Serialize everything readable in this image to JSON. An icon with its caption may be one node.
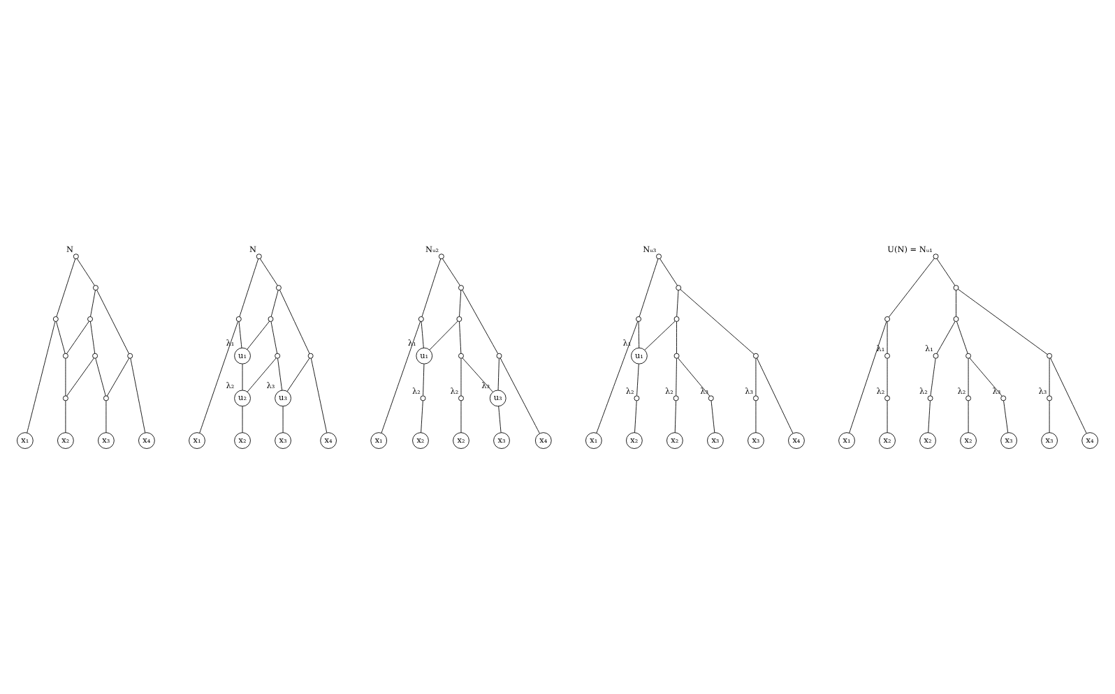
{
  "diagram": {
    "nodes": [
      {
        "text": [],
        "shape": "circle",
        "beside": [
          "N"
        ]
      },
      {
        "text": [],
        "shape": "circle"
      },
      {
        "text": [],
        "shape": "circle"
      },
      {
        "text": [],
        "shape": "circle"
      },
      {
        "text": [],
        "shape": "circle"
      },
      {
        "text": [],
        "shape": "circle"
      },
      {
        "text": [],
        "shape": "circle"
      },
      {
        "text": [],
        "shape": "circle"
      },
      {
        "text": [],
        "shape": "circle"
      },
      {
        "text": [
          "x₁"
        ]
      },
      {
        "text": [
          "x₂"
        ]
      },
      {
        "text": [
          "x₃"
        ]
      },
      {
        "text": [
          "x₄"
        ]
      },
      {
        "text": [],
        "shape": "circle",
        "beside": [
          "N"
        ]
      },
      {
        "text": [],
        "shape": "circle"
      },
      {
        "text": [],
        "shape": "circle"
      },
      {
        "text": [],
        "shape": "circle"
      },
      {
        "text": [
          "u₁"
        ],
        "beside": [
          "λ₁"
        ]
      },
      {
        "text": [],
        "shape": "circle"
      },
      {
        "text": [],
        "shape": "circle"
      },
      {
        "text": [
          "u₂"
        ],
        "beside": [
          "λ₂"
        ]
      },
      {
        "text": [
          "u₃"
        ],
        "beside": [
          "λ₃"
        ]
      },
      {
        "text": [
          "x₁"
        ]
      },
      {
        "text": [
          "x₂"
        ]
      },
      {
        "text": [
          "x₃"
        ]
      },
      {
        "text": [
          "x₄"
        ]
      },
      {
        "text": [],
        "shape": "circle",
        "beside": [
          "Nᵤ₂"
        ]
      },
      {
        "text": [],
        "shape": "circle"
      },
      {
        "text": [],
        "shape": "circle"
      },
      {
        "text": [],
        "shape": "circle"
      },
      {
        "text": [
          "u₁"
        ],
        "beside": [
          "λ₁"
        ]
      },
      {
        "text": [],
        "shape": "circle"
      },
      {
        "text": [],
        "shape": "circle"
      },
      {
        "text": [],
        "shape": "circle",
        "beside": [
          "λ₂"
        ]
      },
      {
        "text": [],
        "shape": "circle",
        "beside": [
          "λ₂"
        ]
      },
      {
        "text": [
          "u₃"
        ],
        "beside": [
          "λ₃"
        ]
      },
      {
        "text": [
          "x₁"
        ]
      },
      {
        "text": [
          "x₂"
        ]
      },
      {
        "text": [
          "x₂"
        ]
      },
      {
        "text": [
          "x₃"
        ]
      },
      {
        "text": [
          "x₄"
        ]
      },
      {
        "text": [],
        "shape": "circle",
        "beside": [
          "Nᵤ₃"
        ]
      },
      {
        "text": [],
        "shape": "circle"
      },
      {
        "text": [],
        "shape": "circle"
      },
      {
        "text": [],
        "shape": "circle"
      },
      {
        "text": [
          "u₁"
        ],
        "beside": [
          "λ₁"
        ]
      },
      {
        "text": [],
        "shape": "circle"
      },
      {
        "text": [],
        "shape": "circle"
      },
      {
        "text": [],
        "shape": "circle",
        "beside": [
          "λ₂"
        ]
      },
      {
        "text": [],
        "shape": "circle",
        "beside": [
          "λ₂"
        ]
      },
      {
        "text": [],
        "shape": "circle",
        "beside": [
          "λ₃"
        ]
      },
      {
        "text": [],
        "shape": "circle",
        "beside": [
          "λ₃"
        ]
      },
      {
        "text": [
          "x₁"
        ]
      },
      {
        "text": [
          "x₂"
        ]
      },
      {
        "text": [
          "x₂"
        ]
      },
      {
        "text": [
          "x₃"
        ]
      },
      {
        "text": [
          "x₃"
        ]
      },
      {
        "text": [
          "x₄"
        ]
      },
      {
        "text": [],
        "shape": "circle",
        "beside": [
          "U(N) = Nᵤ₁"
        ]
      },
      {
        "text": [],
        "shape": "circle"
      },
      {
        "text": [],
        "shape": "circle"
      },
      {
        "text": [],
        "shape": "circle",
        "beside": [
          "λ₁"
        ]
      },
      {
        "text": [],
        "shape": "circle",
        "beside": [
          "λ₁"
        ]
      },
      {
        "text": [],
        "shape": "circle"
      },
      {
        "text": [],
        "shape": "circle"
      },
      {
        "text": [],
        "shape": "circle"
      },
      {
        "text": [],
        "shape": "circle",
        "beside": [
          "λ₂"
        ]
      },
      {
        "text": [],
        "shape": "circle",
        "beside": [
          "λ₂"
        ]
      },
      {
        "text": [],
        "shape": "circle",
        "beside": [
          "λ₂"
        ]
      },
      {
        "text": [],
        "shape": "circle",
        "beside": [
          "λ₃"
        ]
      },
      {
        "text": [],
        "shape": "circle",
        "beside": [
          "λ₃"
        ]
      },
      {
        "text": [
          "x₁"
        ]
      },
      {
        "text": [
          "x₂"
        ]
      },
      {
        "text": [
          "x₂"
        ]
      },
      {
        "text": [
          "x₂"
        ]
      },
      {
        "text": [
          "x₃"
        ]
      },
      {
        "text": [
          "x₃"
        ]
      },
      {
        "text": [
          "x₄"
        ]
      }
    ],
    "edges": [
      {
        "from": 0,
        "to": 1,
        "arrow": "none"
      },
      {
        "from": 0,
        "to": 2,
        "arrow": "none"
      },
      {
        "from": 1,
        "to": 9,
        "arrow": "none"
      },
      {
        "from": 1,
        "to": 4,
        "arrow": "none"
      },
      {
        "from": 2,
        "to": 3,
        "arrow": "none"
      },
      {
        "from": 2,
        "to": 6,
        "arrow": "none"
      },
      {
        "from": 3,
        "to": 4,
        "arrow": "none"
      },
      {
        "from": 3,
        "to": 5,
        "arrow": "none"
      },
      {
        "from": 4,
        "to": 7,
        "arrow": "none"
      },
      {
        "from": 5,
        "to": 7,
        "arrow": "none"
      },
      {
        "from": 5,
        "to": 8,
        "arrow": "none"
      },
      {
        "from": 6,
        "to": 8,
        "arrow": "none"
      },
      {
        "from": 6,
        "to": 12,
        "arrow": "none"
      },
      {
        "from": 7,
        "to": 10,
        "arrow": "none"
      },
      {
        "from": 8,
        "to": 11,
        "arrow": "none"
      },
      {
        "from": 13,
        "to": 14,
        "arrow": "none"
      },
      {
        "from": 13,
        "to": 15,
        "arrow": "none"
      },
      {
        "from": 14,
        "to": 22,
        "arrow": "none"
      },
      {
        "from": 14,
        "to": 17,
        "arrow": "none"
      },
      {
        "from": 15,
        "to": 16,
        "arrow": "none"
      },
      {
        "from": 15,
        "to": 19,
        "arrow": "none"
      },
      {
        "from": 16,
        "to": 17,
        "arrow": "none"
      },
      {
        "from": 16,
        "to": 18,
        "arrow": "none"
      },
      {
        "from": 17,
        "to": 20,
        "arrow": "none"
      },
      {
        "from": 18,
        "to": 20,
        "arrow": "none"
      },
      {
        "from": 18,
        "to": 21,
        "arrow": "none"
      },
      {
        "from": 19,
        "to": 21,
        "arrow": "none"
      },
      {
        "from": 19,
        "to": 25,
        "arrow": "none"
      },
      {
        "from": 20,
        "to": 23,
        "arrow": "none"
      },
      {
        "from": 21,
        "to": 24,
        "arrow": "none"
      },
      {
        "from": 26,
        "to": 27,
        "arrow": "none"
      },
      {
        "from": 26,
        "to": 28,
        "arrow": "none"
      },
      {
        "from": 27,
        "to": 36,
        "arrow": "none"
      },
      {
        "from": 27,
        "to": 30,
        "arrow": "none"
      },
      {
        "from": 28,
        "to": 29,
        "arrow": "none"
      },
      {
        "from": 28,
        "to": 32,
        "arrow": "none"
      },
      {
        "from": 29,
        "to": 30,
        "arrow": "none"
      },
      {
        "from": 29,
        "to": 31,
        "arrow": "none"
      },
      {
        "from": 30,
        "to": 33,
        "arrow": "none"
      },
      {
        "from": 33,
        "to": 37,
        "arrow": "none"
      },
      {
        "from": 31,
        "to": 34,
        "arrow": "none"
      },
      {
        "from": 34,
        "to": 38,
        "arrow": "none"
      },
      {
        "from": 31,
        "to": 35,
        "arrow": "none"
      },
      {
        "from": 32,
        "to": 35,
        "arrow": "none"
      },
      {
        "from": 32,
        "to": 40,
        "arrow": "none"
      },
      {
        "from": 35,
        "to": 39,
        "arrow": "none"
      },
      {
        "from": 41,
        "to": 42,
        "arrow": "none"
      },
      {
        "from": 41,
        "to": 43,
        "arrow": "none"
      },
      {
        "from": 42,
        "to": 52,
        "arrow": "none"
      },
      {
        "from": 42,
        "to": 45,
        "arrow": "none"
      },
      {
        "from": 43,
        "to": 44,
        "arrow": "none"
      },
      {
        "from": 43,
        "to": 47,
        "arrow": "none"
      },
      {
        "from": 44,
        "to": 45,
        "arrow": "none"
      },
      {
        "from": 44,
        "to": 46,
        "arrow": "none"
      },
      {
        "from": 45,
        "to": 48,
        "arrow": "none"
      },
      {
        "from": 48,
        "to": 53,
        "arrow": "none"
      },
      {
        "from": 46,
        "to": 49,
        "arrow": "none"
      },
      {
        "from": 49,
        "to": 54,
        "arrow": "none"
      },
      {
        "from": 46,
        "to": 50,
        "arrow": "none"
      },
      {
        "from": 50,
        "to": 55,
        "arrow": "none"
      },
      {
        "from": 47,
        "to": 51,
        "arrow": "none"
      },
      {
        "from": 51,
        "to": 56,
        "arrow": "none"
      },
      {
        "from": 47,
        "to": 57,
        "arrow": "none"
      },
      {
        "from": 58,
        "to": 59,
        "arrow": "none"
      },
      {
        "from": 58,
        "to": 60,
        "arrow": "none"
      },
      {
        "from": 59,
        "to": 71,
        "arrow": "none"
      },
      {
        "from": 59,
        "to": 61,
        "arrow": "none"
      },
      {
        "from": 61,
        "to": 66,
        "arrow": "none"
      },
      {
        "from": 66,
        "to": 72,
        "arrow": "none"
      },
      {
        "from": 60,
        "to": 63,
        "arrow": "none"
      },
      {
        "from": 60,
        "to": 65,
        "arrow": "none"
      },
      {
        "from": 63,
        "to": 62,
        "arrow": "none"
      },
      {
        "from": 62,
        "to": 67,
        "arrow": "none"
      },
      {
        "from": 67,
        "to": 73,
        "arrow": "none"
      },
      {
        "from": 63,
        "to": 64,
        "arrow": "none"
      },
      {
        "from": 64,
        "to": 68,
        "arrow": "none"
      },
      {
        "from": 68,
        "to": 74,
        "arrow": "none"
      },
      {
        "from": 64,
        "to": 69,
        "arrow": "none"
      },
      {
        "from": 69,
        "to": 75,
        "arrow": "none"
      },
      {
        "from": 65,
        "to": 70,
        "arrow": "none"
      },
      {
        "from": 70,
        "to": 76,
        "arrow": "none"
      },
      {
        "from": 65,
        "to": 77,
        "arrow": "none"
      }
    ]
  }
}
